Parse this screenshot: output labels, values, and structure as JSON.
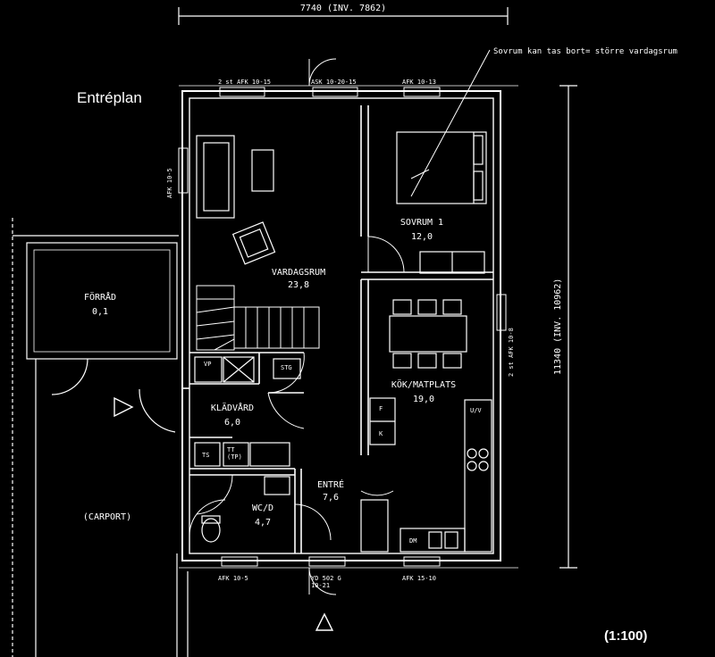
{
  "title": "Entréplan",
  "scale": "(1:100)",
  "note": "Sovrum kan tas bort= större vardagsrum",
  "dimensions": {
    "width": "7740 (INV. 7862)",
    "height": "11340 (INV. 10962)"
  },
  "rooms": {
    "vardagsrum": {
      "name": "VARDAGSRUM",
      "area": "23,8"
    },
    "sovrum": {
      "name": "SOVRUM 1",
      "area": "12,0"
    },
    "kok": {
      "name": "KÖK/MATPLATS",
      "area": "19,0"
    },
    "kladvard": {
      "name": "KLÄDVÅRD",
      "area": "6,0"
    },
    "wc": {
      "name": "WC/D",
      "area": "4,7"
    },
    "entre": {
      "name": "ENTRÉ",
      "area": "7,6"
    },
    "forrad": {
      "name": "FÖRRÅD",
      "area": "0,1"
    },
    "carport": {
      "name": "(CARPORT)"
    }
  },
  "windows": {
    "top_left": "2 st AFK 10-15",
    "top_door": "ASK 10-20-15",
    "top_right": "AFK 10-13",
    "left": "AFK 10-5",
    "right": "2 st AFK 10-8",
    "bottom_left": "AFK 10-5",
    "bottom_door": "YD 502 G 10-21",
    "bottom_right": "AFK 15-10"
  },
  "fixtures": {
    "vp": "VP",
    "stg": "STG",
    "ts": "TS",
    "tt": "TT (TP)",
    "f": "F",
    "k": "K",
    "uv": "U/V",
    "dm": "DM"
  }
}
